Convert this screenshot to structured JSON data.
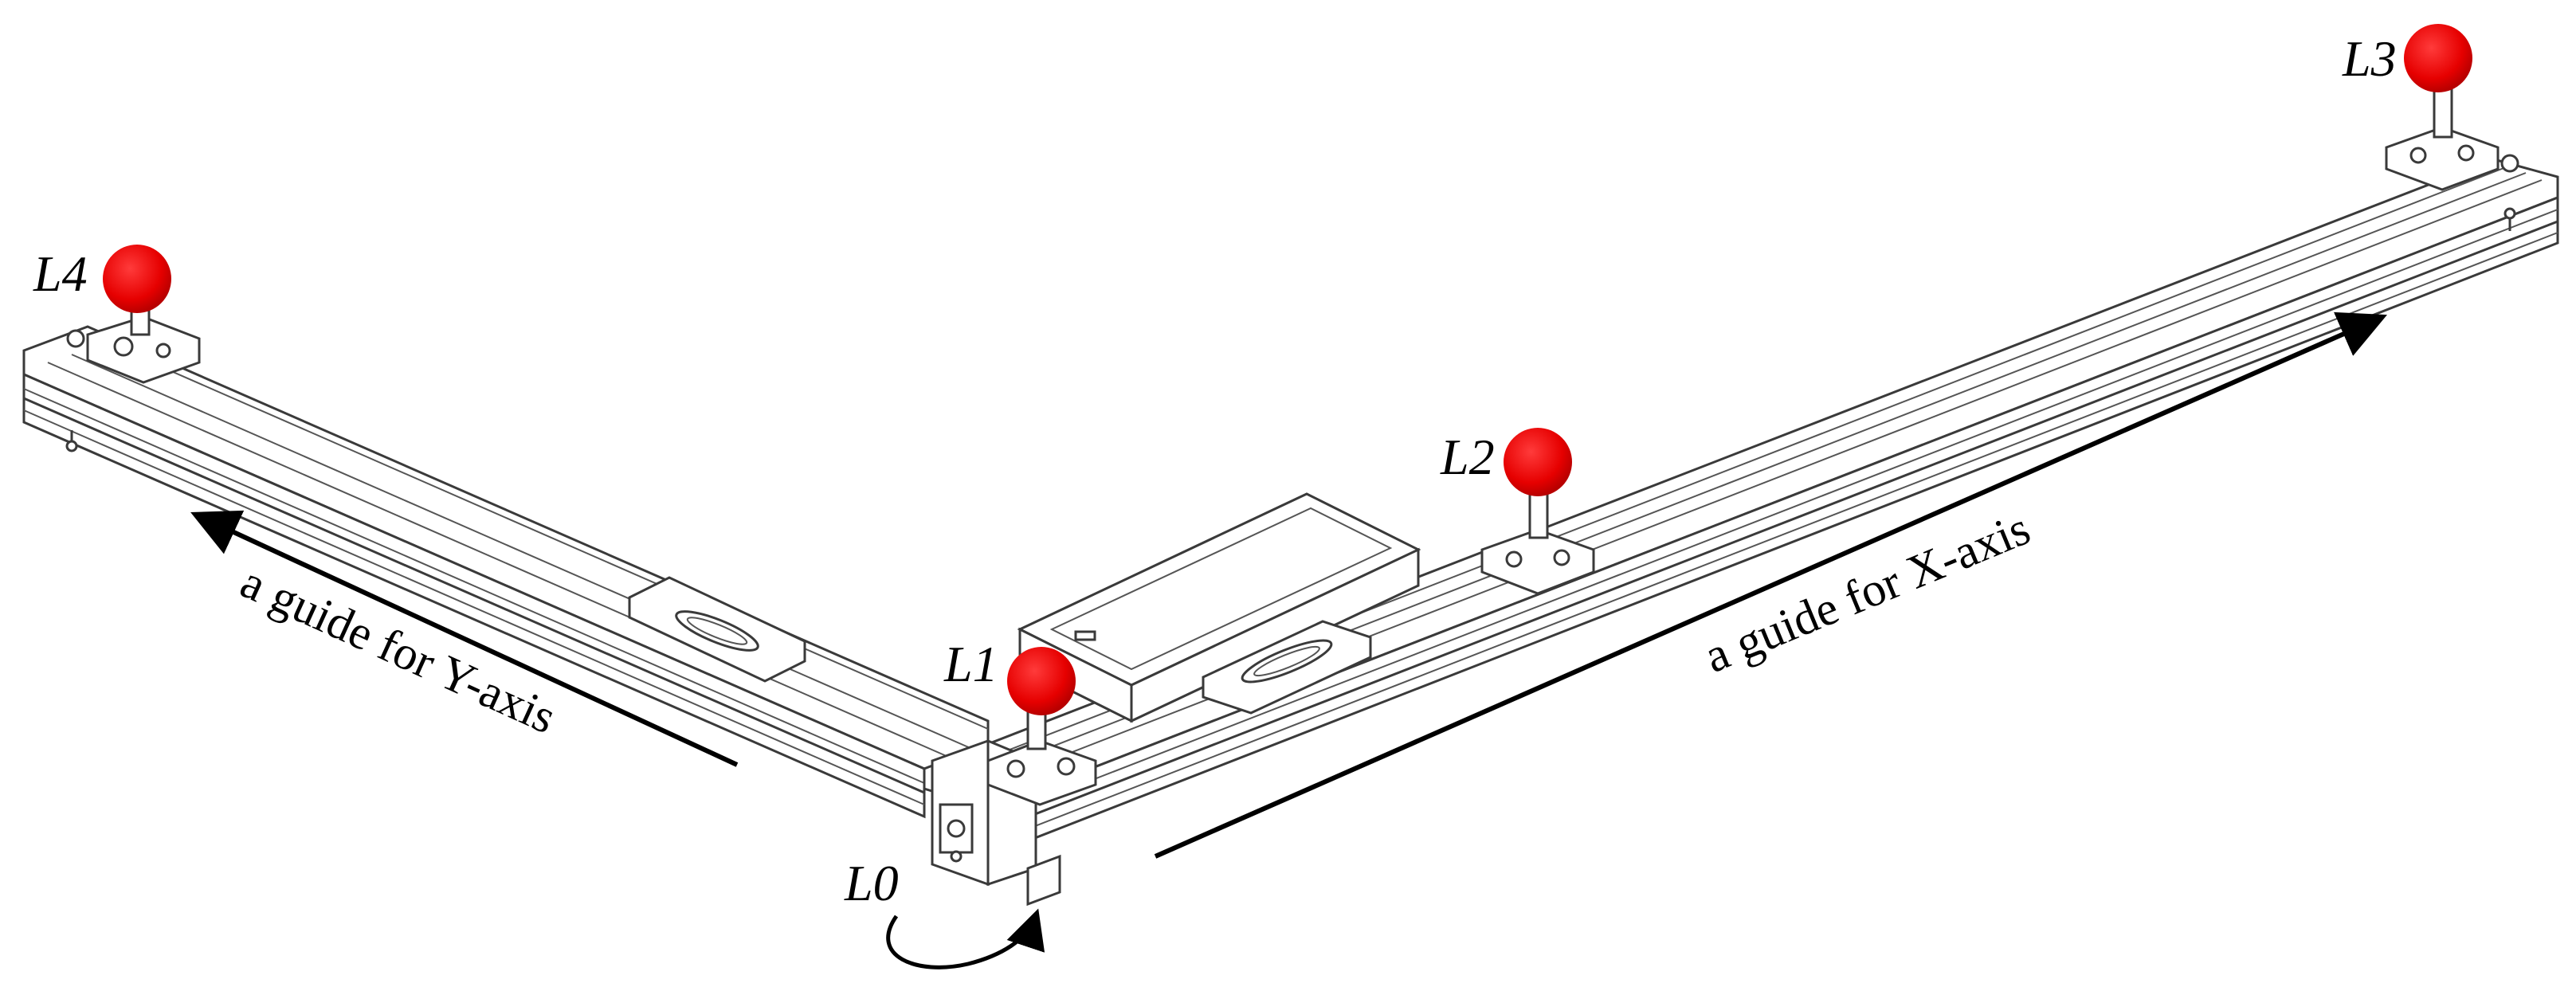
{
  "labels": {
    "l0": "L0",
    "l1": "L1",
    "l2": "L2",
    "l3": "L3",
    "l4": "L4"
  },
  "guides": {
    "x_axis": "a guide for X-axis",
    "y_axis": "a guide for Y-axis"
  },
  "colors": {
    "marker": "#e60000",
    "stroke": "#3a3a3a",
    "arrow": "#000000"
  },
  "icons": {
    "marker": "red-sphere-icon",
    "arrow": "arrow-icon",
    "rotation": "curved-arrow-icon"
  }
}
